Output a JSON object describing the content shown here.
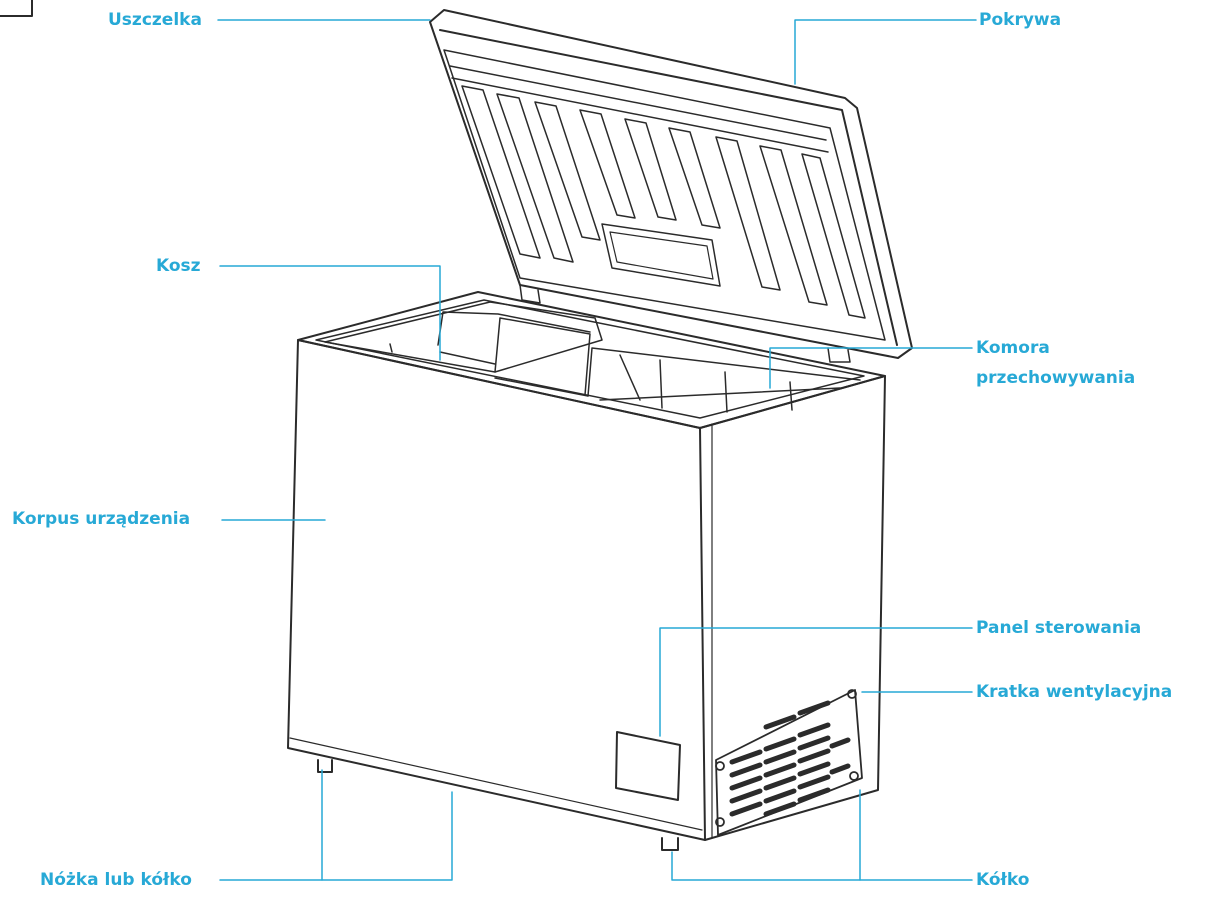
{
  "colors": {
    "label": "#27a9d6",
    "leader": "#27a9d6",
    "outline": "#2b2b2b",
    "page": "#ffffff"
  },
  "labels": {
    "uszczelka": "Uszczelka",
    "pokrywa": "Pokrywa",
    "kosz": "Kosz",
    "komora_line1": "Komora",
    "komora_line2": "przechowywania",
    "korpus": "Korpus urządzenia",
    "panel": "Panel sterowania",
    "kratka": "Kratka wentylacyjna",
    "nozka": "Nóżka lub kółko",
    "kolko": "Kółko"
  }
}
